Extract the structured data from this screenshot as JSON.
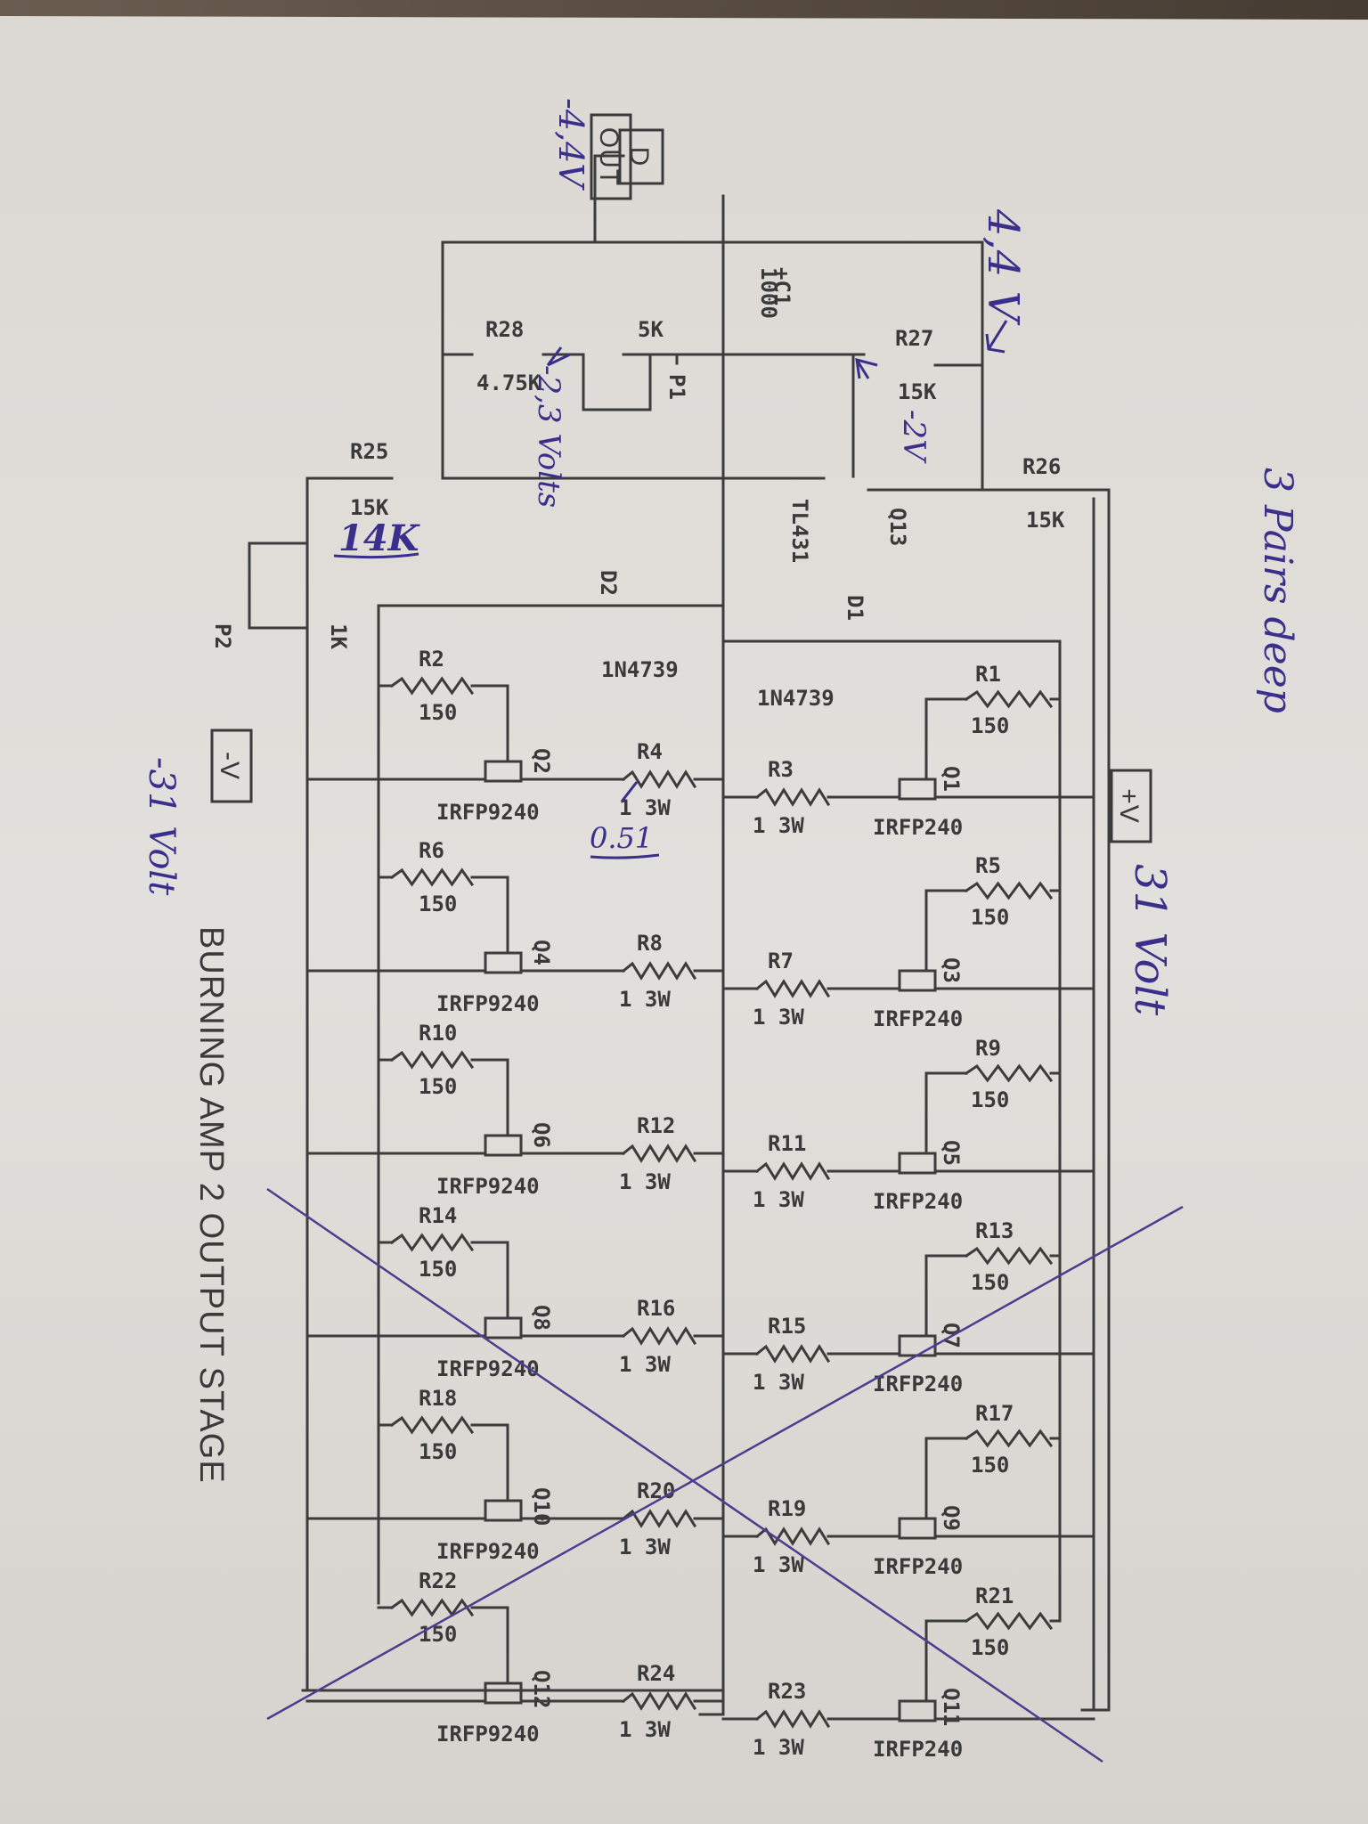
{
  "title": "BURNING AMP 2 OUTPUT STAGE",
  "terminals": {
    "out": "OUT",
    "d": "D",
    "pos_v": "+V",
    "neg_v": "-V"
  },
  "top": {
    "c1_name": "+C1",
    "c1_value": "1000",
    "r28_name": "R28",
    "r28_value": "4.75K",
    "p1_name": "P1",
    "p1_value": "5K",
    "r27_name": "R27",
    "r27_value": "15K",
    "r25_name": "R25",
    "r25_value": "15K",
    "r26_name": "R26",
    "r26_value": "15K",
    "q13_name": "Q13",
    "q13_part": "TL431",
    "d1_name": "D1",
    "d1_part": "1N4739",
    "d2_name": "D2",
    "d2_part": "1N4739",
    "p2_name": "P2",
    "p2_value": "1K"
  },
  "nfets": [
    {
      "q": "Q1",
      "gate_r": "R1",
      "gate_val": "150",
      "src_r": "R3",
      "src_val": "1 3W",
      "part": "IRFP240"
    },
    {
      "q": "Q3",
      "gate_r": "R5",
      "gate_val": "150",
      "src_r": "R7",
      "src_val": "1 3W",
      "part": "IRFP240"
    },
    {
      "q": "Q5",
      "gate_r": "R9",
      "gate_val": "150",
      "src_r": "R11",
      "src_val": "1 3W",
      "part": "IRFP240"
    },
    {
      "q": "Q7",
      "gate_r": "R13",
      "gate_val": "150",
      "src_r": "R15",
      "src_val": "1 3W",
      "part": "IRFP240"
    },
    {
      "q": "Q9",
      "gate_r": "R17",
      "gate_val": "150",
      "src_r": "R19",
      "src_val": "1 3W",
      "part": "IRFP240"
    },
    {
      "q": "Q11",
      "gate_r": "R21",
      "gate_val": "150",
      "src_r": "R23",
      "src_val": "1 3W",
      "part": "IRFP240"
    }
  ],
  "pfets": [
    {
      "q": "Q2",
      "gate_r": "R2",
      "gate_val": "150",
      "src_r": "R4",
      "src_val": "1 3W",
      "part": "IRFP9240"
    },
    {
      "q": "Q4",
      "gate_r": "R6",
      "gate_val": "150",
      "src_r": "R8",
      "src_val": "1 3W",
      "part": "IRFP9240"
    },
    {
      "q": "Q6",
      "gate_r": "R10",
      "gate_val": "150",
      "src_r": "R12",
      "src_val": "1 3W",
      "part": "IRFP9240"
    },
    {
      "q": "Q8",
      "gate_r": "R14",
      "gate_val": "150",
      "src_r": "R16",
      "src_val": "1 3W",
      "part": "IRFP9240"
    },
    {
      "q": "Q10",
      "gate_r": "R18",
      "gate_val": "150",
      "src_r": "R20",
      "src_val": "1 3W",
      "part": "IRFP9240"
    },
    {
      "q": "Q12",
      "gate_r": "R22",
      "gate_val": "150",
      "src_r": "R24",
      "src_val": "1 3W",
      "part": "IRFP9240"
    }
  ],
  "handwritten": {
    "neg_d": "-4,4V",
    "pos_top": "4,4 V",
    "v_r28": "-2,3 Volts",
    "v_r27": "-2V",
    "r25_new": "14K",
    "r4_new": "0.51",
    "neg_rail": "-31 Volt",
    "pos_rail": "31 Volt",
    "note": "3 Pairs deep"
  },
  "colors": {
    "ink": "#3b2f8c",
    "print": "#3a3a3a",
    "paper": "#e0ddd8"
  }
}
